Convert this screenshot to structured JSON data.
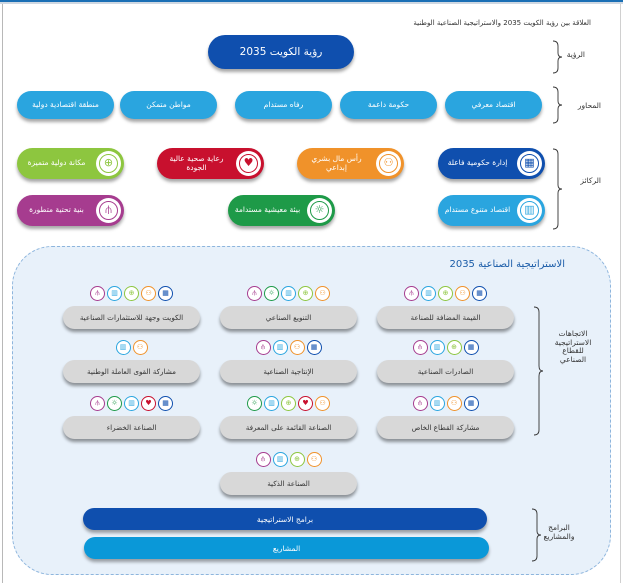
{
  "heading": "العلاقة بين رؤية الكويت 2035 والاستراتيجية الصناعية الوطنية",
  "labels": {
    "vision": "الرؤية",
    "axes": "المحاور",
    "pillars": "الركائز",
    "directions": "الاتجاهات الاستراتيجية للقطاع الصناعي",
    "programs": "البرامج والمشاريع"
  },
  "vision": "رؤية الكويت 2035",
  "axes": [
    "اقتصاد معرفي",
    "حكومة داعمة",
    "رفاه مستدام",
    "مواطن متمكن",
    "منطقة اقتصادية دولية"
  ],
  "colors": {
    "governance": "#0f4fae",
    "economy": "#2aa5df",
    "human": "#f0922a",
    "health": "#c8102e",
    "environment": "#1e9a48",
    "global": "#8dc63f",
    "infrastructure": "#a63c8f"
  },
  "pillars": [
    {
      "key": "governance",
      "label": "إدارة حكومية فاعلة",
      "icon": "puzzle-icon",
      "glyph": "▦"
    },
    {
      "key": "human",
      "label": "رأس مال بشري إبداعي",
      "icon": "people-icon",
      "glyph": "⚇"
    },
    {
      "key": "health",
      "label": "رعاية صحية عالية الجودة",
      "icon": "heart-icon",
      "glyph": "♥"
    },
    {
      "key": "global",
      "label": "مكانة دولية متميزة",
      "icon": "globe-icon",
      "glyph": "⊕"
    },
    {
      "key": "economy",
      "label": "اقتصاد متنوع مستدام",
      "icon": "growth-chart-icon",
      "glyph": "▥"
    },
    {
      "key": "environment",
      "label": "بيئة معيشية مستدامة",
      "icon": "sun-icon",
      "glyph": "☼"
    },
    {
      "key": "infrastructure",
      "label": "بنية تحتية متطورة",
      "icon": "infrastructure-icon",
      "glyph": "⫛"
    }
  ],
  "strategy_title": "الاستراتيجية الصناعية 2035",
  "directions": [
    {
      "label": "القيمة المضافة للصناعة",
      "icons": [
        "infrastructure",
        "economy",
        "global",
        "human",
        "governance"
      ]
    },
    {
      "label": "التنويع الصناعي",
      "icons": [
        "infrastructure",
        "environment",
        "economy",
        "global",
        "human"
      ]
    },
    {
      "label": "الكويت وجهة للاستثمارات الصناعية",
      "icons": [
        "infrastructure",
        "economy",
        "global",
        "human",
        "governance"
      ]
    },
    {
      "label": "الصادرات الصناعية",
      "icons": [
        "infrastructure",
        "economy",
        "global",
        "governance"
      ]
    },
    {
      "label": "الإنتاجية الصناعية",
      "icons": [
        "infrastructure",
        "economy",
        "human",
        "governance"
      ]
    },
    {
      "label": "مشاركة القوى العاملة الوطنية",
      "icons": [
        "economy",
        "human"
      ]
    },
    {
      "label": "مشاركة القطاع الخاص",
      "icons": [
        "infrastructure",
        "economy",
        "human",
        "governance"
      ]
    },
    {
      "label": "الصناعة القائمة على المعرفة",
      "icons": [
        "environment",
        "economy",
        "global",
        "health",
        "human"
      ]
    },
    {
      "label": "الصناعة الخضراء",
      "icons": [
        "infrastructure",
        "environment",
        "economy",
        "health",
        "governance"
      ]
    },
    {
      "label": "الصناعة الذكية",
      "icons": [
        "infrastructure",
        "economy",
        "global",
        "human"
      ]
    }
  ],
  "programs": {
    "strategic_programs": "برامج الاستراتيجية",
    "projects": "المشاريع"
  }
}
